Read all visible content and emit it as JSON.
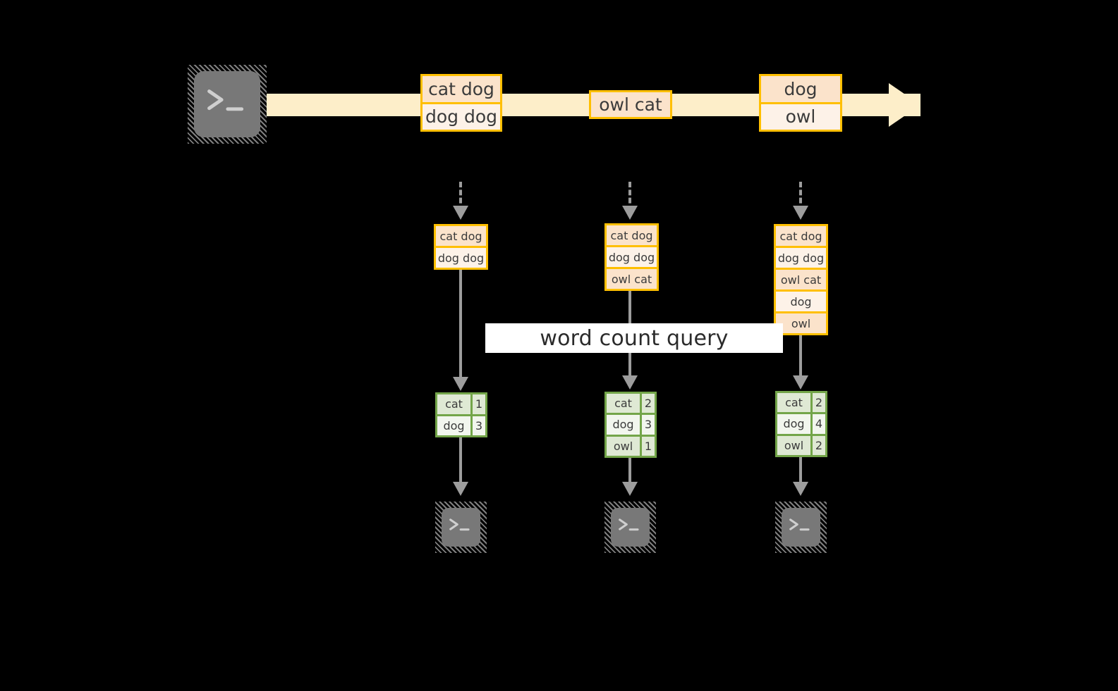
{
  "diagram": {
    "query_label": "word count query",
    "colors": {
      "record_border": "#ffbf00",
      "record_fill_primary": "#fbe3cb",
      "record_fill_alt": "#fdf2e8",
      "stream_band": "#fdeec9",
      "table_border": "#73a549",
      "table_fill_primary": "#dfe9d4",
      "table_fill_alt": "#f2f6ee",
      "connector": "#9d9d9d",
      "terminal_fill": "#787878",
      "background": "#000000",
      "query_band": "#ffffff"
    },
    "source_terminal": {
      "glyph": "prompt-caret-underscore"
    },
    "stream_records": [
      {
        "name": "record-group-1",
        "lines": [
          "cat dog",
          "dog dog"
        ]
      },
      {
        "name": "record-group-2",
        "lines": [
          "owl cat"
        ]
      },
      {
        "name": "record-group-3",
        "lines": [
          "dog",
          "owl"
        ]
      }
    ],
    "snapshots": [
      {
        "name": "snapshot-1",
        "records": [
          "cat dog",
          "dog dog"
        ],
        "counts": [
          {
            "word": "cat",
            "value": "1"
          },
          {
            "word": "dog",
            "value": "3"
          }
        ]
      },
      {
        "name": "snapshot-2",
        "records": [
          "cat dog",
          "dog dog",
          "owl cat"
        ],
        "counts": [
          {
            "word": "cat",
            "value": "2"
          },
          {
            "word": "dog",
            "value": "3"
          },
          {
            "word": "owl",
            "value": "1"
          }
        ]
      },
      {
        "name": "snapshot-3",
        "records": [
          "cat dog",
          "dog dog",
          "owl cat",
          "dog",
          "owl"
        ],
        "counts": [
          {
            "word": "cat",
            "value": "2"
          },
          {
            "word": "dog",
            "value": "4"
          },
          {
            "word": "owl",
            "value": "2"
          }
        ]
      }
    ],
    "sink_terminals": [
      {
        "name": "sink-terminal-1",
        "glyph": "prompt-caret-underscore"
      },
      {
        "name": "sink-terminal-2",
        "glyph": "prompt-caret-underscore"
      },
      {
        "name": "sink-terminal-3",
        "glyph": "prompt-caret-underscore"
      }
    ]
  }
}
